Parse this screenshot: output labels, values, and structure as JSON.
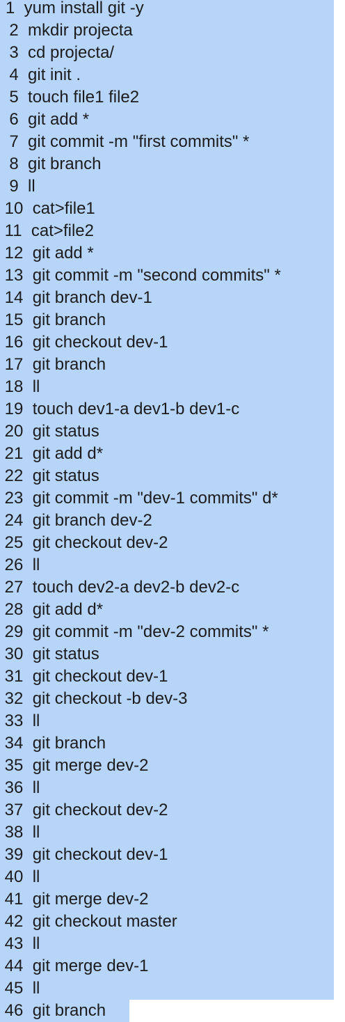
{
  "selection_color": "#b7d4f9",
  "text_color": "#1c1c1e",
  "lines": [
    "1  yum install git -y",
    "  2  mkdir projecta",
    "  3  cd projecta/",
    "  4  git init .",
    "  5  touch file1 file2",
    "  6  git add *",
    "  7  git commit -m \"first commits\" *",
    "  8  git branch",
    "  9  ll",
    " 10  cat>file1",
    " 11  cat>file2",
    " 12  git add *",
    " 13  git commit -m \"second commits\" *",
    " 14  git branch dev-1",
    " 15  git branch",
    " 16  git checkout dev-1",
    " 17  git branch",
    " 18  ll",
    " 19  touch dev1-a dev1-b dev1-c",
    " 20  git status",
    " 21  git add d*",
    " 22  git status",
    " 23  git commit -m \"dev-1 commits\" d*",
    " 24  git branch dev-2",
    " 25  git checkout dev-2",
    " 26  ll",
    " 27  touch dev2-a dev2-b dev2-c",
    " 28  git add d*",
    " 29  git commit -m \"dev-2 commits\" *",
    " 30  git status",
    " 31  git checkout dev-1",
    " 32  git checkout -b dev-3",
    " 33  ll",
    " 34  git branch",
    " 35  git merge dev-2",
    " 36  ll",
    " 37  git checkout dev-2",
    " 38  ll",
    " 39  git checkout dev-1",
    " 40  ll",
    " 41  git merge dev-2",
    " 42  git checkout master",
    " 43  ll",
    " 44  git merge dev-1",
    " 45  ll",
    " 46  git branch"
  ]
}
